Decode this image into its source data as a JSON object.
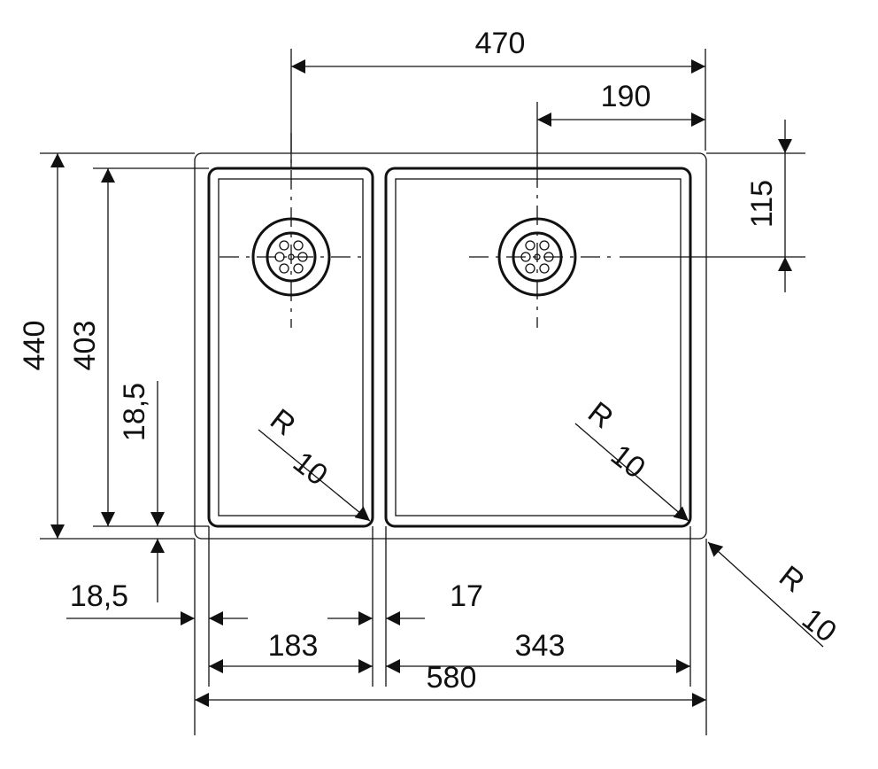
{
  "drawing": {
    "title": "Double bowl sink dimension drawing",
    "dimensions": {
      "drain_spacing_overall": "470",
      "drain_right_offset": "190",
      "drain_from_back": "115",
      "overall_depth": "440",
      "bowl_depth": "403",
      "bottom_margin_vertical": "18,5",
      "side_margin": "18,5",
      "divider_width": "17",
      "left_bowl_width": "183",
      "right_bowl_width": "343",
      "overall_width": "580"
    },
    "radii": {
      "left_bowl": {
        "r": "R",
        "value": "10"
      },
      "right_bowl": {
        "r": "R",
        "value": "10"
      },
      "outer_corner": {
        "r": "R",
        "value": "10"
      }
    },
    "colors": {
      "line": "#111111",
      "background": "#ffffff"
    }
  }
}
